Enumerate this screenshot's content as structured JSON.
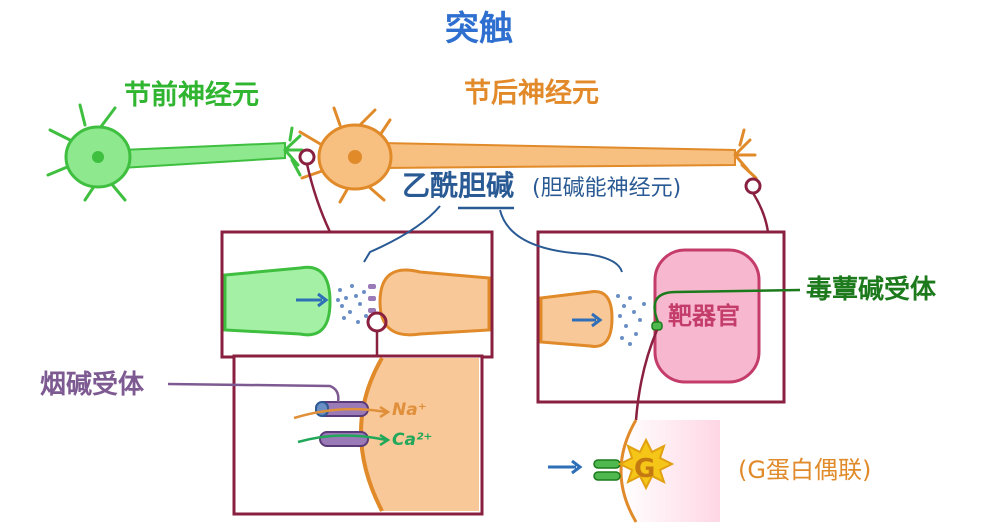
{
  "title": "突触",
  "labels": {
    "preganglionic": "节前神经元",
    "postganglionic": "节后神经元",
    "acetylcholine": "乙酰胆碱",
    "cholinergic": "(胆碱能神经元)",
    "muscarinic_receptor": "毒蕈碱受体",
    "nicotinic_receptor": "烟碱受体",
    "target_organ": "靶器官",
    "g_protein": "(G蛋白偶联)",
    "sodium_ion": "Na⁺",
    "calcium_ion": "Ca²⁺",
    "g_letter": "G"
  },
  "colors": {
    "title": "#2f6fd0",
    "pre_neuron": "#6ee06e",
    "post_neuron": "#f5a650",
    "box_border": "#8a2040",
    "target_organ": "#f7b8cf",
    "nicotinic": "#7d5a91",
    "muscarinic": "#1c7a1c",
    "g_protein": "#f5c518"
  }
}
